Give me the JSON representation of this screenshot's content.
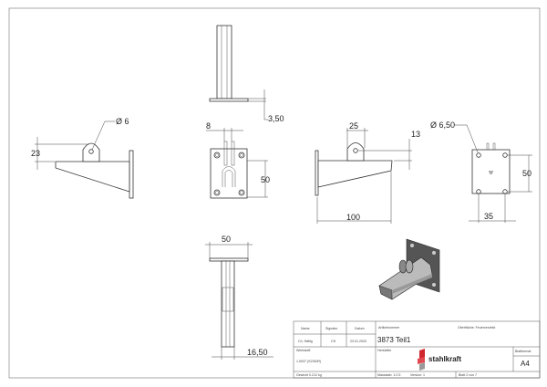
{
  "dimensions": {
    "d_hole_left": "Ø 6",
    "h23": "23",
    "w8": "8",
    "h50_front": "50",
    "t3_50": "3,50",
    "w25": "25",
    "h13": "13",
    "d_hole_right": "Ø 6,50",
    "h50_back": "50",
    "w100": "100",
    "w35": "35",
    "w50_bottom": "50",
    "w16_50": "16,50"
  },
  "title_block": {
    "name_label": "Name",
    "signature_label": "Signatur",
    "date_label": "Datum",
    "name_value": "Ch. Häflig",
    "signature_value": "CH",
    "date_value": "23.01.2020",
    "article_label": "Artikelnummer",
    "surface_label": "Oberfläche: Feuerverzinkt",
    "article_number": "3873 Teil1",
    "material_label": "Werkstoff:",
    "material_value": "1.0037 (S235JR)",
    "manufacturer_label": "Hersteller",
    "logo_text": "stahlkraft",
    "format_label": "Blattformat",
    "format_value": "A4",
    "weight": "Gewicht 0.212 kg",
    "scale": "Massstab: 1:2.5",
    "version": "Version: 1",
    "sheet": "Blatt 2 von 7"
  },
  "colors": {
    "logo_red": "#d0262e",
    "logo_gray": "#9a9a9a"
  }
}
